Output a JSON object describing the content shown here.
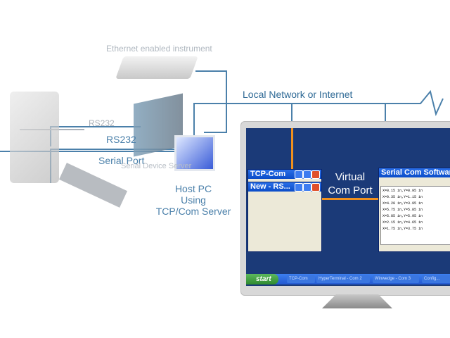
{
  "labels": {
    "ethernet_instrument": "Ethernet enabled instrument",
    "network": "Local Network or Internet",
    "rs232_a": "RS232",
    "rs232_b": "RS232",
    "serial_port": "Serial Port",
    "serial_device_server": "Serial Device Server",
    "host_pc": [
      "Host PC",
      "Using",
      "TCP/Com Server"
    ],
    "virtual_com": [
      "Virtual",
      "Com Port"
    ]
  },
  "screen": {
    "tcp_com_title": "TCP-Com",
    "new_rs_title": "New - RS...",
    "serial_com_title": "Serial Com Software",
    "serial_lines": [
      "X=0.15 in,Y=0.95 in",
      "X=0.35 in,Y=1.15 in",
      "X=4.20 in,Y=3.95 in",
      "X=5.75 in,Y=5.85 in",
      "X=5.85 in,Y=5.95 in",
      "X=2.15 in,Y=4.65 in",
      "X=1.75 in,Y=3.75 in"
    ],
    "start": "start",
    "taskbar": [
      "TCP-Com",
      "HyperTerminal - Com 2",
      "Winwedge - Com 3",
      "Config..."
    ]
  },
  "colors": {
    "line": "#4b80aa",
    "screen": "#1b3a78",
    "accent": "#f0901e"
  }
}
